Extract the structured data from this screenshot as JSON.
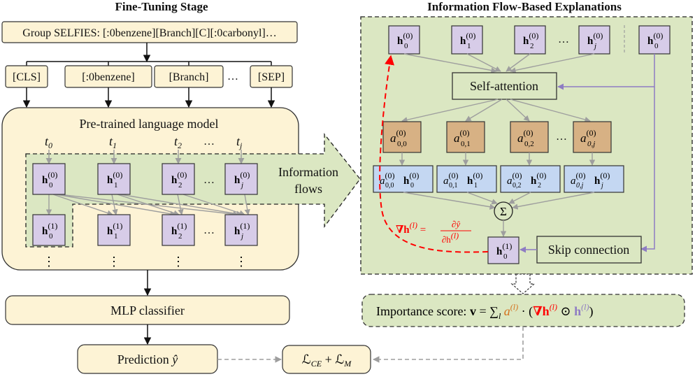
{
  "titles": {
    "left": "Fine-Tuning Stage",
    "right": "Information Flow-Based Explanations"
  },
  "left": {
    "selfies": "Group SELFIES: [:0benzene][Branch][C][:0carbonyl]…",
    "tokens": [
      "[CLS]",
      "[:0benzene]",
      "[Branch]",
      "…",
      "[SEP]"
    ],
    "plm_label": "Pre-trained language model",
    "t_labels": [
      "t",
      "t",
      "t",
      "…",
      "t"
    ],
    "t_subs": [
      "0",
      "1",
      "2",
      "",
      "j"
    ],
    "h_base": "h",
    "h0_subs": [
      "0",
      "1",
      "2",
      "j"
    ],
    "h0_sup": "(0)",
    "h1_sup": "(1)",
    "ellipsis": "…",
    "vdots": "⋮",
    "mlp": "MLP classifier",
    "prediction": "Prediction",
    "prediction_sym": "ŷ",
    "loss": "ℒ",
    "loss_sub_ce": "CE",
    "loss_plus": "+",
    "loss_sub_m": "M"
  },
  "middle": {
    "flow_line1": "Information",
    "flow_line2": "flows"
  },
  "right": {
    "self_attention": "Self-attention",
    "a_base": "a",
    "a_sup": "(0)",
    "a_subs": [
      "0,0",
      "0,1",
      "0,2",
      "0,j"
    ],
    "h_subs": [
      "0",
      "1",
      "2",
      "j"
    ],
    "sum": "Σ",
    "skip": "Skip connection",
    "grad_label": "∇h",
    "grad_sup": "(l)",
    "grad_eq": "=",
    "grad_num": "∂ŷ",
    "grad_den": "∂h",
    "grad_den_sup": "(l)",
    "importance_prefix": "Importance score:",
    "importance_v": "v",
    "importance_eq": "=",
    "importance_sum": "∑",
    "importance_sum_sub": "l",
    "importance_a": "a",
    "importance_a_sup": "(l)",
    "importance_dot": "·",
    "importance_open": "(",
    "importance_grad": "∇h",
    "importance_grad_sup": "(l)",
    "importance_odot": "⊙",
    "importance_h": "h",
    "importance_h_sup": "(l)",
    "importance_close": ")"
  },
  "colors": {
    "cream": "#fdf3d5",
    "purple": "#d7cce8",
    "blue": "#c4d7f2",
    "brown": "#d7b184",
    "green_panel": "#dbe7c2",
    "gray_arrow": "#9e9e9e",
    "red": "#ff0000",
    "orange_a": "#d4721e",
    "violet_h": "#8e7cc3",
    "dark": "#111111"
  }
}
